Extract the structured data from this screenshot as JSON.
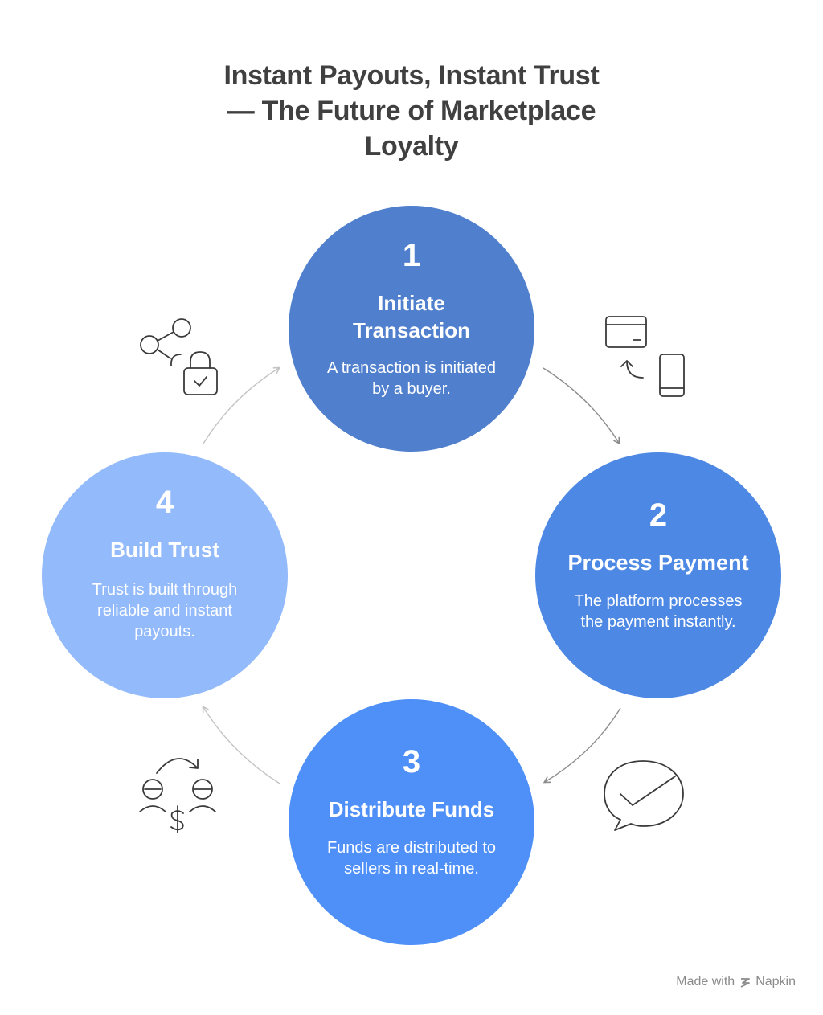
{
  "title": {
    "line1": "Instant Payouts, Instant Trust",
    "line2": "— The Future of Marketplace",
    "line3": "Loyalty"
  },
  "steps": [
    {
      "number": "1",
      "heading_line1": "Initiate",
      "heading_line2": "Transaction",
      "desc_line1": "A transaction is initiated",
      "desc_line2": "by a buyer.",
      "color": "#4f7fcd",
      "icon": "card-to-phone-icon"
    },
    {
      "number": "2",
      "heading_line1": "Process Payment",
      "desc_line1": "The platform processes",
      "desc_line2": "the payment instantly.",
      "color": "#4d88e4",
      "icon": "check-chat-bubble-icon"
    },
    {
      "number": "3",
      "heading_line1": "Distribute Funds",
      "desc_line1": "Funds are distributed to",
      "desc_line2": "sellers in real-time.",
      "color": "#4f90f8",
      "icon": "money-exchange-icon"
    },
    {
      "number": "4",
      "heading_line1": "Build Trust",
      "desc_line1": "Trust is built through",
      "desc_line2": "reliable and instant",
      "desc_line3": "payouts.",
      "color": "#93bafa",
      "icon": "share-lock-icon"
    }
  ],
  "footer": {
    "made_with": "Made with",
    "brand": "Napkin",
    "icon": "napkin-logo-icon"
  }
}
